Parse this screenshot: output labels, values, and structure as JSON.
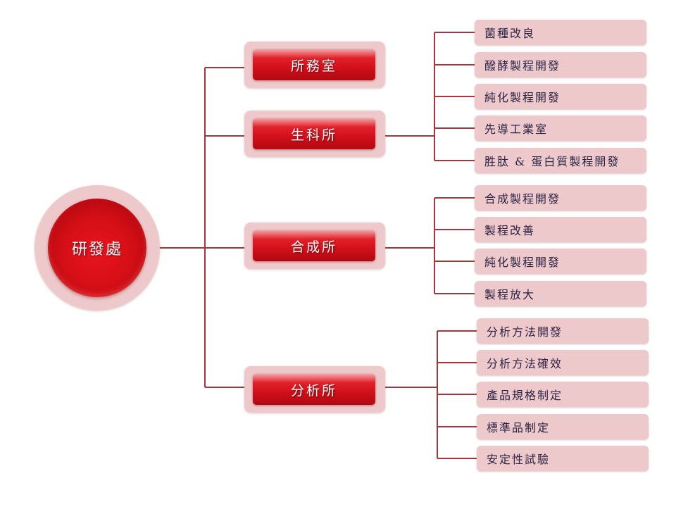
{
  "colors": {
    "connector": "#a6363c",
    "pink_frame": "#eec9cb",
    "node_red": "#d60f17",
    "leaf_text": "#2b2444"
  },
  "root": {
    "label": "研發處"
  },
  "branches": [
    {
      "label": "所務室",
      "children": []
    },
    {
      "label": "生科所",
      "children": [
        "菌種改良",
        "醱酵製程開發",
        "純化製程開發",
        "先導工業室",
        "胜肽 & 蛋白質製程開發"
      ]
    },
    {
      "label": "合成所",
      "children": [
        "合成製程開發",
        "製程改善",
        "純化製程開發",
        "製程放大"
      ]
    },
    {
      "label": "分析所",
      "children": [
        "分析方法開發",
        "分析方法確效",
        "產品規格制定",
        "標準品制定",
        "安定性試驗"
      ]
    }
  ]
}
